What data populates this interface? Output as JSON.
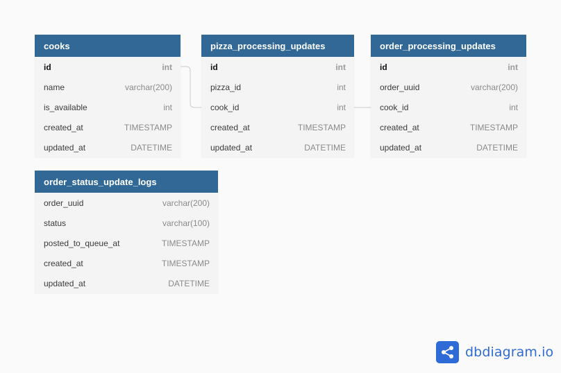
{
  "tables": [
    {
      "name": "cooks",
      "columns": [
        {
          "name": "id",
          "type": "int",
          "pk": true
        },
        {
          "name": "name",
          "type": "varchar(200)"
        },
        {
          "name": "is_available",
          "type": "int"
        },
        {
          "name": "created_at",
          "type": "TIMESTAMP"
        },
        {
          "name": "updated_at",
          "type": "DATETIME"
        }
      ]
    },
    {
      "name": "pizza_processing_updates",
      "columns": [
        {
          "name": "id",
          "type": "int",
          "pk": true
        },
        {
          "name": "pizza_id",
          "type": "int"
        },
        {
          "name": "cook_id",
          "type": "int"
        },
        {
          "name": "created_at",
          "type": "TIMESTAMP"
        },
        {
          "name": "updated_at",
          "type": "DATETIME"
        }
      ]
    },
    {
      "name": "order_processing_updates",
      "columns": [
        {
          "name": "id",
          "type": "int",
          "pk": true
        },
        {
          "name": "order_uuid",
          "type": "varchar(200)"
        },
        {
          "name": "cook_id",
          "type": "int"
        },
        {
          "name": "created_at",
          "type": "TIMESTAMP"
        },
        {
          "name": "updated_at",
          "type": "DATETIME"
        }
      ]
    },
    {
      "name": "order_status_update_logs",
      "columns": [
        {
          "name": "order_uuid",
          "type": "varchar(200)"
        },
        {
          "name": "status",
          "type": "varchar(100)"
        },
        {
          "name": "posted_to_queue_at",
          "type": "TIMESTAMP"
        },
        {
          "name": "created_at",
          "type": "TIMESTAMP"
        },
        {
          "name": "updated_at",
          "type": "DATETIME"
        }
      ]
    }
  ],
  "relationships": [
    {
      "from": "cooks.id",
      "to": "pizza_processing_updates.cook_id"
    },
    {
      "from": "pizza_processing_updates.cook_id",
      "to": "order_processing_updates.cook_id"
    }
  ],
  "logo": {
    "text": "dbdiagram.io",
    "icon": "share-nodes-icon",
    "color": "#2f6bd6"
  },
  "colors": {
    "header": "#316896",
    "row_bg": "#f4f4f5",
    "canvas": "#fafafb"
  }
}
